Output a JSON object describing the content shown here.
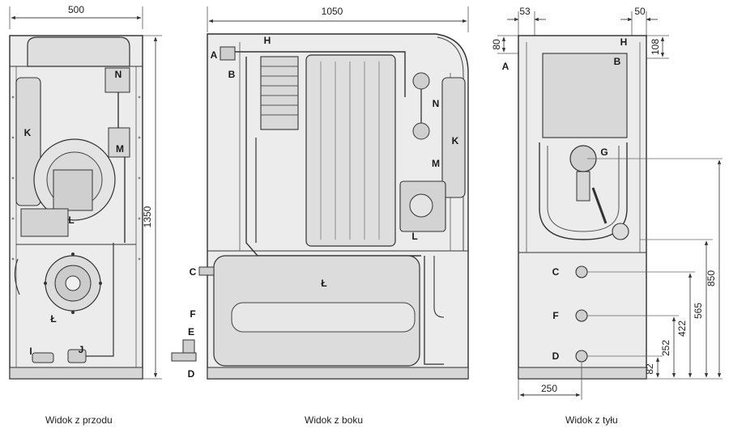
{
  "colors": {
    "cabinet_fill": "#e9e9e9",
    "line": "#2f2f2f",
    "dimension_line": "#444444",
    "tank_fill": "#dcdcdc",
    "panel_fill": "#f3f3f3"
  },
  "views": {
    "front": {
      "caption": "Widok z przodu",
      "width_label": "500",
      "height_label": "1350",
      "callouts": {
        "K": "K",
        "N": "N",
        "M": "M",
        "L": "L",
        "L_stroke": "Ł",
        "I": "I",
        "J": "J"
      }
    },
    "side": {
      "caption": "Widok z boku",
      "width_label": "1050",
      "callouts": {
        "A": "A",
        "B": "B",
        "H": "H",
        "N": "N",
        "K": "K",
        "M": "M",
        "L": "L",
        "C": "C",
        "L_stroke": "Ł",
        "F": "F",
        "E": "E",
        "D": "D"
      }
    },
    "rear": {
      "caption": "Widok z tyłu",
      "left_offset_label": "53",
      "right_offset_label": "50",
      "top_left_label": "80",
      "top_right_label": "108",
      "bottom_width_label": "250",
      "heights": {
        "c": "850",
        "f_outer": "565",
        "f": "422",
        "d_outer": "252",
        "d": "82"
      },
      "callouts": {
        "A": "A",
        "B": "B",
        "H": "H",
        "G": "G",
        "C": "C",
        "F": "F",
        "D": "D"
      }
    }
  }
}
